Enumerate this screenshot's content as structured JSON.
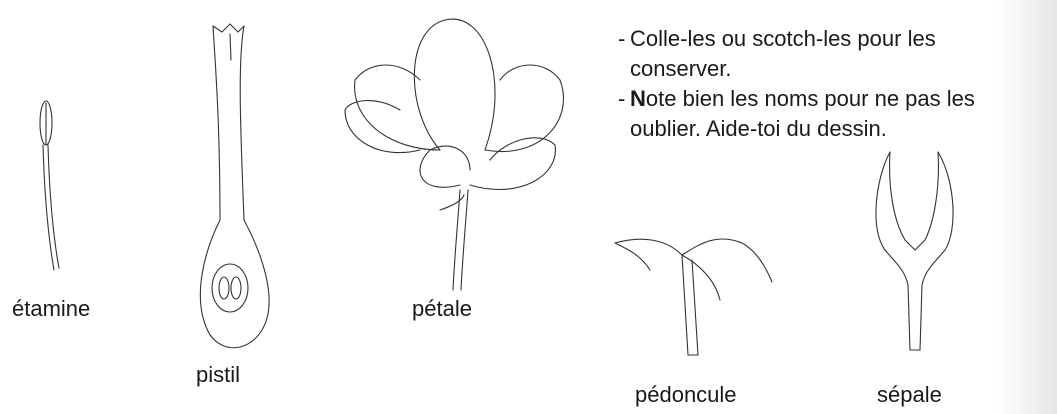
{
  "labels": {
    "etamine": "étamine",
    "pistil": "pistil",
    "petale": "pétale",
    "pedoncule": "pédoncule",
    "sepale": "sépale"
  },
  "instructions": [
    {
      "dash": "-",
      "line1": "Colle-les ou scotch-les pour les",
      "line2": "conserver."
    },
    {
      "dash": "-",
      "bold": "N",
      "line1": "ote bien les noms pour ne pas les",
      "line2": "oublier. Aide-toi du dessin."
    }
  ]
}
